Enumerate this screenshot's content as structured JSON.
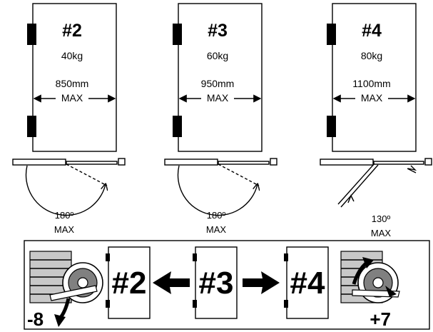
{
  "doors": [
    {
      "label": "#2",
      "weight": "40kg",
      "width": "850mm",
      "width_note": "MAX",
      "angle": "180º",
      "angle_note": "MAX"
    },
    {
      "label": "#3",
      "weight": "60kg",
      "width": "950mm",
      "width_note": "MAX",
      "angle": "180º",
      "angle_note": "MAX"
    },
    {
      "label": "#4",
      "weight": "80kg",
      "width": "1100mm",
      "width_note": "MAX",
      "angle": "130º",
      "angle_note": "MAX"
    }
  ],
  "adjust": {
    "left_door": "#2",
    "center_door": "#3",
    "right_door": "#4",
    "left_value": "-8",
    "right_value": "+7"
  },
  "colors": {
    "line": "#000000",
    "gray": "#c8c8c8",
    "dark_gray": "#808080"
  }
}
